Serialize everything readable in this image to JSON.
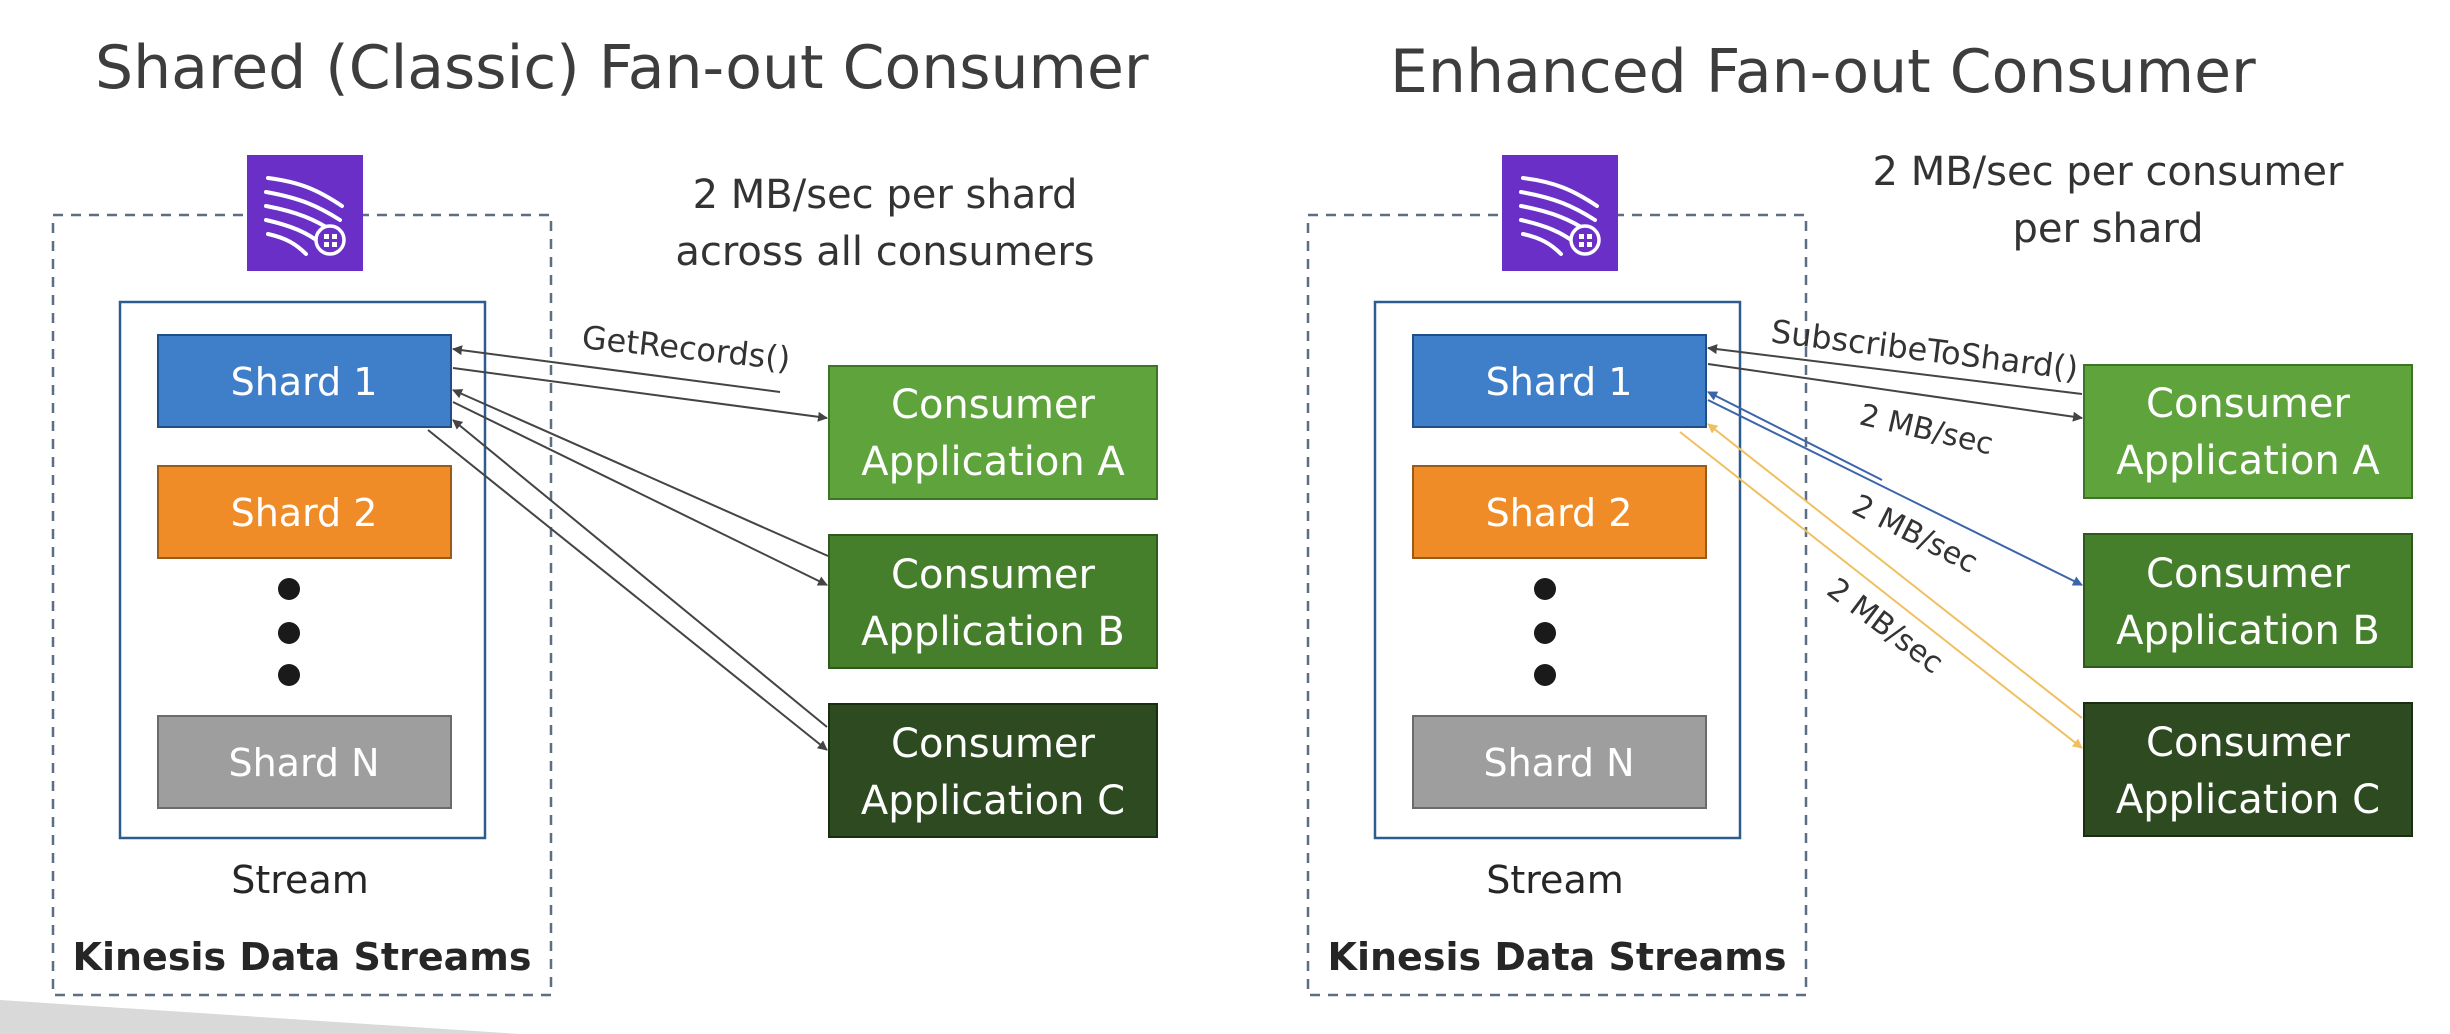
{
  "titles": {
    "shared": "Shared (Classic) Fan-out Consumer",
    "enhanced": "Enhanced Fan-out Consumer"
  },
  "rates": {
    "shared": [
      "2 MB/sec per shard",
      "across all consumers"
    ],
    "enhanced": [
      "2 MB/sec per consumer",
      "per shard"
    ]
  },
  "shards": {
    "shard1": "Shard 1",
    "shard2": "Shard 2",
    "shardN": "Shard N"
  },
  "apps": {
    "a": [
      "Consumer",
      "Application A"
    ],
    "b": [
      "Consumer",
      "Application B"
    ],
    "c": [
      "Consumer",
      "Application C"
    ]
  },
  "labels": {
    "stream": "Stream",
    "kds": "Kinesis Data Streams",
    "get_records": "GetRecords()",
    "subscribe": "SubscribeToShard()",
    "mb_sec": "2 MB/sec"
  },
  "colors": {
    "shard1": "#3f7fca",
    "shard2": "#f08c28",
    "shardN": "#9e9e9e",
    "app_a": "#5ea33c",
    "app_b": "#467f2c",
    "app_c": "#2d4a20",
    "kinesis_icon": "#6a2fc7",
    "arrow_dark": "#444444",
    "arrow_blue": "#3c64a8",
    "arrow_yellow": "#f0c060"
  },
  "icons": {
    "kinesis": "kinesis-streams-icon"
  }
}
